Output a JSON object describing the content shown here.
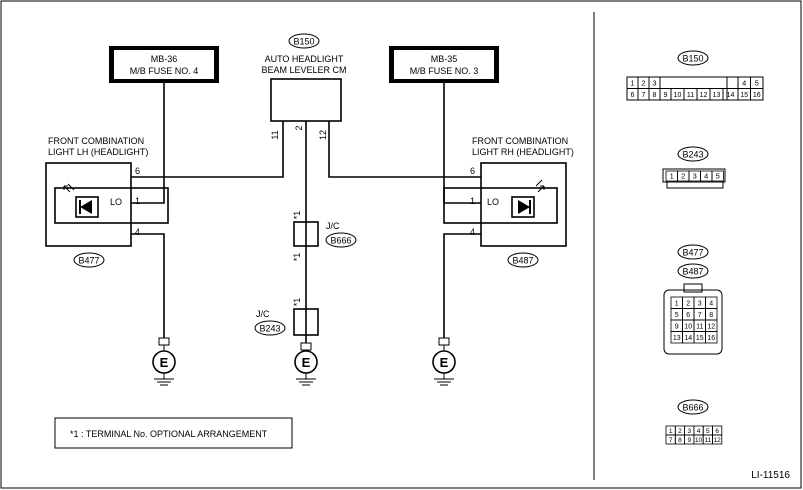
{
  "fuse_left": {
    "line1": "MB-36",
    "line2": "M/B FUSE NO. 4"
  },
  "fuse_right": {
    "line1": "MB-35",
    "line2": "M/B FUSE NO. 3"
  },
  "cm": {
    "badge": "B150",
    "line1": "AUTO HEADLIGHT",
    "line2": "BEAM LEVELER CM",
    "pin_left": "11",
    "pin_mid": "2",
    "pin_right": "12"
  },
  "light_lh": {
    "line1": "FRONT COMBINATION",
    "line2": "LIGHT LH (HEADLIGHT)",
    "badge": "B477",
    "pin_top": "6",
    "pin_mid": "1",
    "pin_bot": "4",
    "lo": "LO"
  },
  "light_rh": {
    "line1": "FRONT COMBINATION",
    "line2": "LIGHT RH (HEADLIGHT)",
    "badge": "B487",
    "pin_top": "6",
    "pin_mid": "1",
    "pin_bot": "4",
    "lo": "LO"
  },
  "jc1": {
    "label": "J/C",
    "badge": "B666",
    "star_top": "*1",
    "star_bot": "*1"
  },
  "jc2": {
    "label": "J/C",
    "badge": "B243",
    "star_top": "*1"
  },
  "ground": "E",
  "note": "*1  : TERMINAL No. OPTIONAL ARRANGEMENT",
  "figure_id": "LI-11516",
  "connectors": {
    "b150": {
      "badge": "B150",
      "row1": [
        "1",
        "2",
        "3",
        "",
        "",
        "",
        "",
        "",
        "",
        "",
        "4",
        "5"
      ],
      "row2": [
        "6",
        "7",
        "8",
        "9",
        "10",
        "11",
        "12",
        "13",
        "14",
        "15",
        "16"
      ]
    },
    "b243": {
      "badge": "B243",
      "cells": [
        "1",
        "2",
        "3",
        "4",
        "5"
      ]
    },
    "b477": {
      "badge1": "B477",
      "badge2": "B487",
      "cells": [
        "1",
        "2",
        "3",
        "4",
        "5",
        "6",
        "7",
        "8",
        "9",
        "10",
        "11",
        "12",
        "13",
        "14",
        "15",
        "16"
      ]
    },
    "b666": {
      "badge": "B666",
      "row1": [
        "1",
        "2",
        "3",
        "4",
        "5",
        "6"
      ],
      "row2": [
        "7",
        "8",
        "9",
        "10",
        "11",
        "12"
      ]
    }
  }
}
